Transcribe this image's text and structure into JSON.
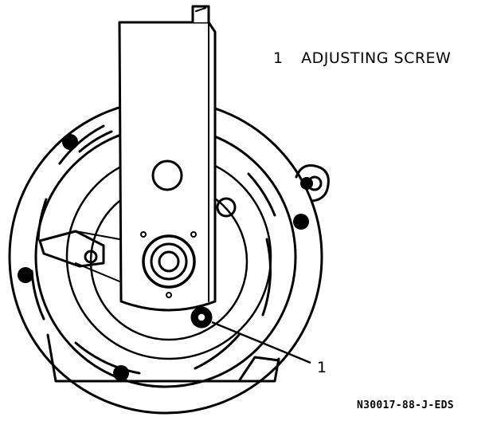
{
  "legend": {
    "items": [
      {
        "number": "1",
        "label": "ADJUSTING SCREW"
      }
    ]
  },
  "callouts": [
    {
      "number": "1"
    }
  ],
  "figure_code": "N30017-88-J-EDS"
}
